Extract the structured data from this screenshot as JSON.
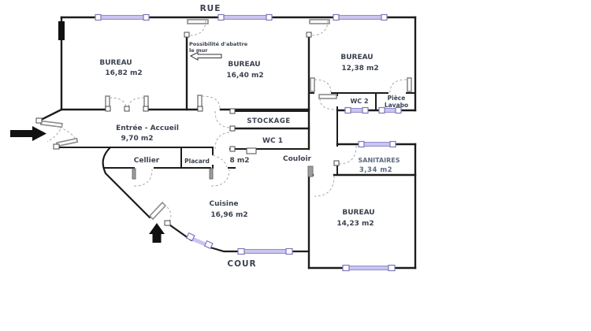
{
  "plan": {
    "street_label": "RUE",
    "courtyard_label": "COUR",
    "note_line1": "Possibilité d'abattre",
    "note_line2": "le mur",
    "rooms": {
      "bureau1": {
        "name": "BUREAU",
        "area": "16,82 m2"
      },
      "bureau2": {
        "name": "BUREAU",
        "area": "16,40 m2"
      },
      "bureau3": {
        "name": "BUREAU",
        "area": "12,38 m2"
      },
      "entree": {
        "name": "Entrée - Accueil",
        "area": "9,70 m2"
      },
      "stockage": {
        "name": "STOCKAGE"
      },
      "wc1": {
        "name": "WC 1"
      },
      "wc2": {
        "name": "WC 2"
      },
      "piece_lavabo": {
        "name_line1": "Pièce",
        "name_line2": "Lavabo"
      },
      "cellier": {
        "name": "Cellier"
      },
      "placard": {
        "name": "Placard"
      },
      "hall": {
        "area": "8 m2"
      },
      "couloir": {
        "name": "Couloir"
      },
      "sanitaires": {
        "name": "SANITAIRES",
        "area": "3,34 m2"
      },
      "cuisine": {
        "name": "Cuisine",
        "area": "16,96 m2"
      },
      "bureau4": {
        "name": "BUREAU",
        "area": "14,23 m2"
      }
    },
    "colors": {
      "wall": "#1c1c1c",
      "window": "#c9c5ef",
      "window_frame": "#7b77bb",
      "label": "#3b4250",
      "sanitaires_label": "#5d6c80",
      "door_arc": "#a9a9a9",
      "arrow": "#111111"
    }
  }
}
